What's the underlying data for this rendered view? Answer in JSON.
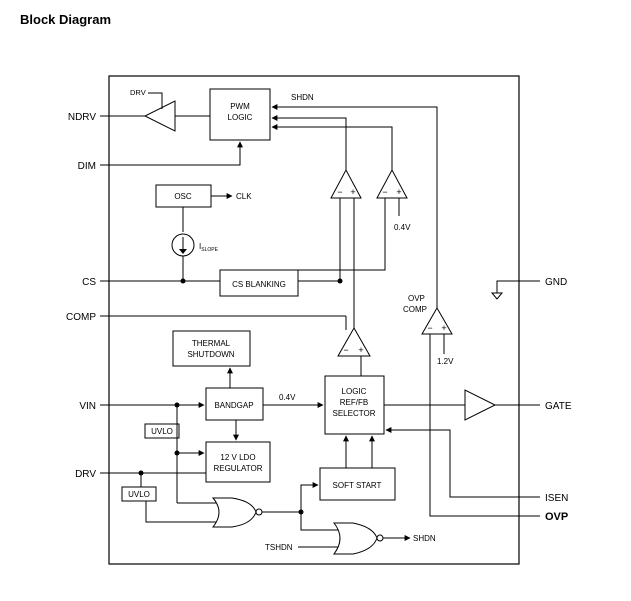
{
  "title": "Block Diagram",
  "pins": {
    "ndrv": "NDRV",
    "dim": "DIM",
    "cs": "CS",
    "comp": "COMP",
    "vin": "VIN",
    "drv": "DRV",
    "gnd": "GND",
    "gate": "GATE",
    "isen": "ISEN",
    "ovp": "OVP"
  },
  "blocks": {
    "pwm_line1": "PWM",
    "pwm_line2": "LOGIC",
    "osc": "OSC",
    "cs_blanking": "CS BLANKING",
    "thermal_line1": "THERMAL",
    "thermal_line2": "SHUTDOWN",
    "bandgap": "BANDGAP",
    "uvlo_top": "UVLO",
    "uvlo_bottom": "UVLO",
    "ldo_line1": "12 V LDO",
    "ldo_line2": "REGULATOR",
    "logic_line1": "LOGIC",
    "logic_line2": "REF/FB",
    "logic_line3": "SELECTOR",
    "soft_start": "SOFT START"
  },
  "signals": {
    "drv_internal": "DRV",
    "shdn_top": "SHDN",
    "clk": "CLK",
    "islope_main": "I",
    "islope_sub": "SLOPE",
    "ref_0v4_comp": "0.4V",
    "ref_0v4_bandgap": "0.4V",
    "ovp_comp_line1": "OVP",
    "ovp_comp_line2": "COMP",
    "ref_1v2": "1.2V",
    "tshdn": "TSHDN",
    "shdn_bottom": "SHDN"
  },
  "comparator_signs": {
    "minus": "−",
    "plus": "+"
  }
}
